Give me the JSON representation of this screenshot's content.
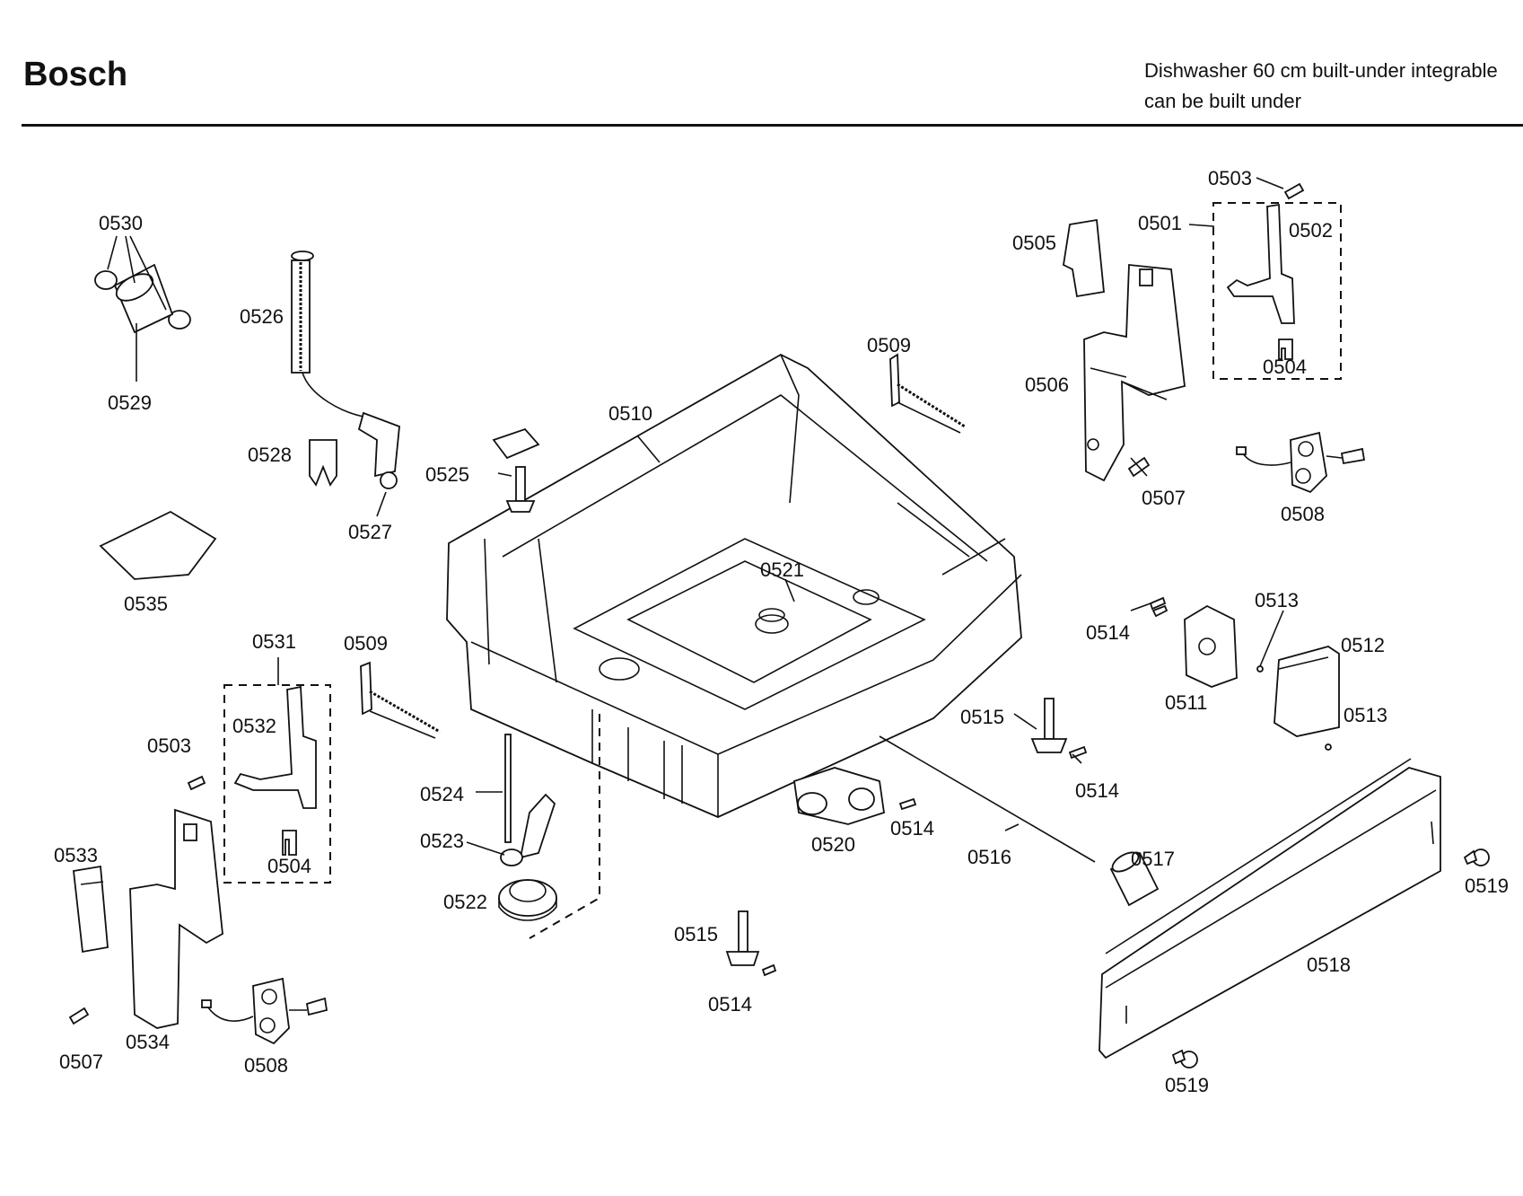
{
  "header": {
    "brand": "Bosch",
    "description_line1": "Dishwasher 60 cm built-under integrable",
    "description_line2": "can be built under"
  },
  "labels": {
    "p0501": "0501",
    "p0502": "0502",
    "p0503a": "0503",
    "p0503b": "0503",
    "p0504a": "0504",
    "p0504b": "0504",
    "p0505": "0505",
    "p0506": "0506",
    "p0507a": "0507",
    "p0507b": "0507",
    "p0508a": "0508",
    "p0508b": "0508",
    "p0509a": "0509",
    "p0509b": "0509",
    "p0510": "0510",
    "p0511": "0511",
    "p0512": "0512",
    "p0513a": "0513",
    "p0513b": "0513",
    "p0514a": "0514",
    "p0514b": "0514",
    "p0514c": "0514",
    "p0514d": "0514",
    "p0515a": "0515",
    "p0515b": "0515",
    "p0516": "0516",
    "p0517": "0517",
    "p0518": "0518",
    "p0519a": "0519",
    "p0519b": "0519",
    "p0520": "0520",
    "p0521": "0521",
    "p0522": "0522",
    "p0523": "0523",
    "p0524": "0524",
    "p0525": "0525",
    "p0526": "0526",
    "p0527": "0527",
    "p0528": "0528",
    "p0529": "0529",
    "p0530": "0530",
    "p0531": "0531",
    "p0532": "0532",
    "p0533": "0533",
    "p0534": "0534",
    "p0535": "0535"
  }
}
